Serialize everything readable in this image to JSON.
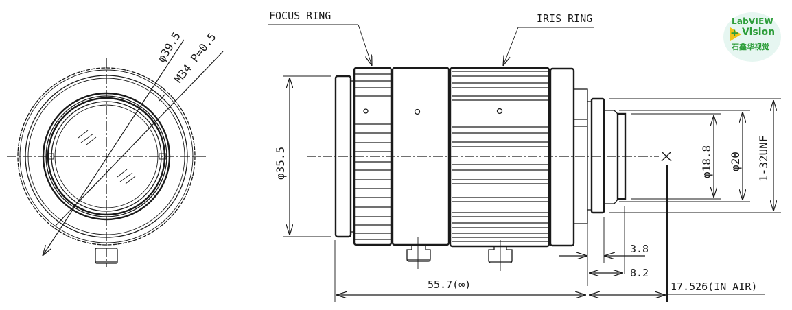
{
  "drawing": {
    "subject": "C-mount machine vision lens outline drawing",
    "front_view": {
      "diameter_label": "φ39.5",
      "thread_label": "M34 P=0.5"
    },
    "side_view": {
      "callouts": {
        "focus_ring": "FOCUS RING",
        "iris_ring": "IRIS RING"
      },
      "dimensions": {
        "front_diameter": "φ35.5",
        "inner_diameter": "φ18.8",
        "mount_diameter": "φ20",
        "mount_thread": "1-32UNF",
        "flange_step_a": "3.8",
        "flange_step_b": "8.2",
        "overall_length": "55.7(∞)",
        "back_focus": "17.526(IN AIR)"
      }
    }
  },
  "watermark": {
    "line1": "LabVIEW",
    "plus": "+",
    "line2": "Vision",
    "line3": "石鑫华视觉",
    "colors": {
      "text": "#2e9e3b",
      "triangle": "#f0c419",
      "background": "#e6f6f1"
    }
  }
}
